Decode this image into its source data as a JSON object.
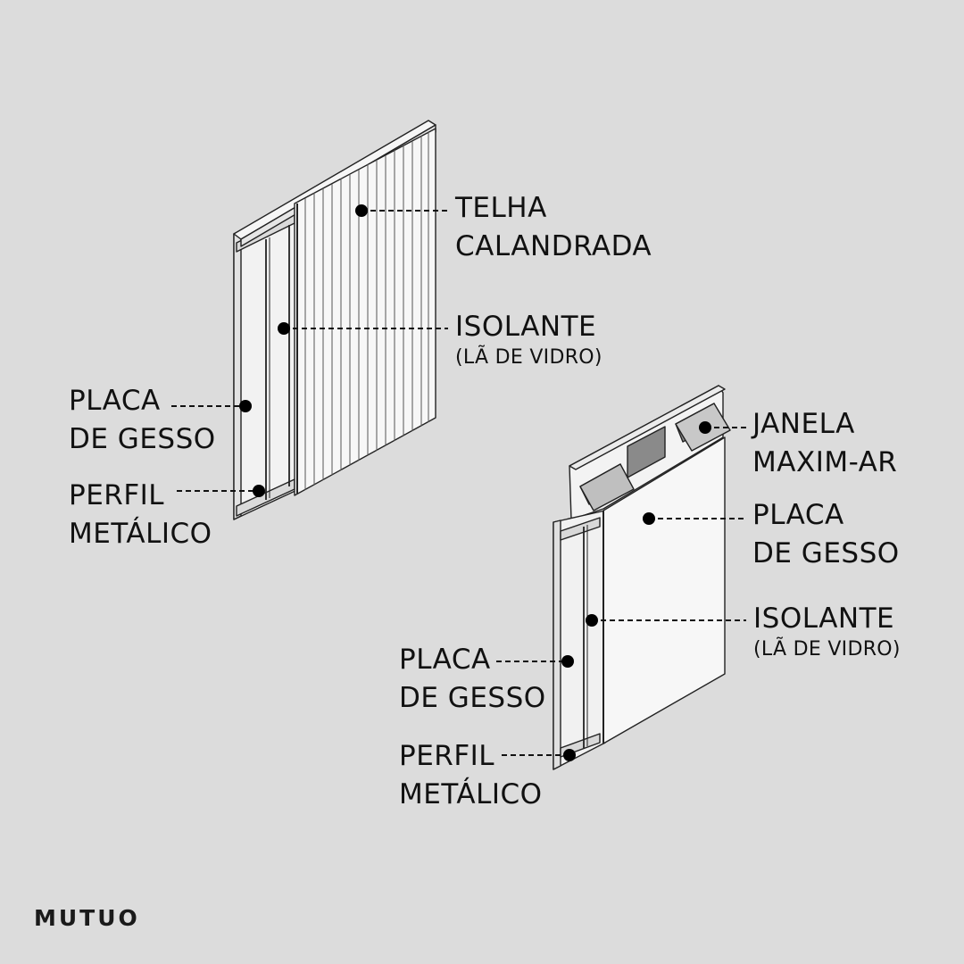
{
  "diagrams": [
    {
      "labels": {
        "roof_tile": {
          "line1": "TELHA",
          "line2": "CALANDRADA"
        },
        "insulation": {
          "line1": "ISOLANTE",
          "line2": "(LÃ DE VIDRO)"
        },
        "gypsum_board": {
          "line1": "PLACA",
          "line2": "DE GESSO"
        },
        "metal_profile": {
          "line1": "PERFIL",
          "line2": "METÁLICO"
        }
      }
    },
    {
      "labels": {
        "window": {
          "line1": "JANELA",
          "line2": "MAXIM-AR"
        },
        "gypsum_board_front": {
          "line1": "PLACA",
          "line2": "DE GESSO"
        },
        "insulation": {
          "line1": "ISOLANTE",
          "line2": "(LÃ DE VIDRO)"
        },
        "gypsum_board_back": {
          "line1": "PLACA",
          "line2": "DE GESSO"
        },
        "metal_profile": {
          "line1": "PERFIL",
          "line2": "METÁLICO"
        }
      }
    }
  ],
  "brand": {
    "logo_text": "MUTUO"
  },
  "colors": {
    "background": "#dcdcdc",
    "ink": "#111111",
    "panel": "#f4f4f4",
    "glass": "#8a8a8a"
  }
}
